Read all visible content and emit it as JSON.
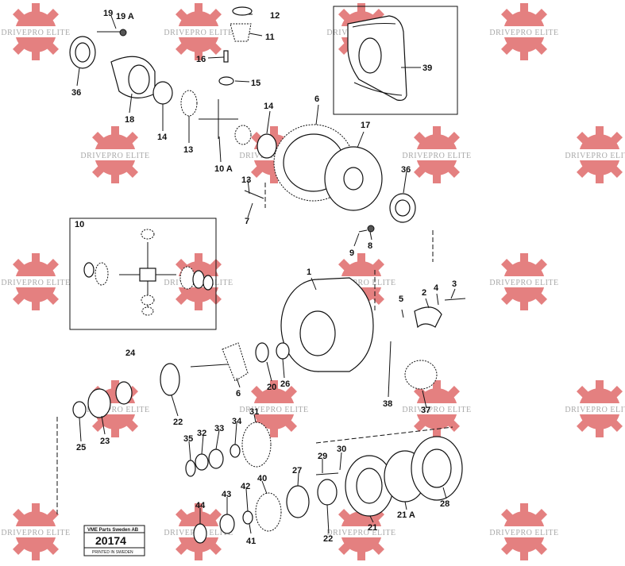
{
  "watermark": {
    "text": "DRIVEPRO ELITE",
    "color": "#e06a6a"
  },
  "part_numbers": {
    "p1": "1",
    "p2": "2",
    "p3": "3",
    "p4": "4",
    "p5": "5",
    "p6": "6",
    "p6b": "6",
    "p7": "7",
    "p8": "8",
    "p9": "9",
    "p10": "10",
    "p10a": "10 A",
    "p11": "11",
    "p12": "12",
    "p13": "13",
    "p13b": "13",
    "p14": "14",
    "p14b": "14",
    "p15": "15",
    "p16": "16",
    "p17": "17",
    "p18": "18",
    "p19": "19",
    "p19a": "19 A",
    "p20": "20",
    "p21": "21",
    "p21a": "21 A",
    "p22": "22",
    "p22b": "22",
    "p23": "23",
    "p24": "24",
    "p25": "25",
    "p26": "26",
    "p27": "27",
    "p28": "28",
    "p29": "29",
    "p30": "30",
    "p31": "31",
    "p32": "32",
    "p33": "33",
    "p34": "34",
    "p35": "35",
    "p36": "36",
    "p36b": "36",
    "p37": "37",
    "p38": "38",
    "p39": "39",
    "p40": "40",
    "p41": "41",
    "p42": "42",
    "p43": "43",
    "p44": "44"
  },
  "title_block": {
    "header": "VME Parts Sweden AB",
    "drawing_number": "20174",
    "footer": "PRINTED IN SWEDEN"
  }
}
